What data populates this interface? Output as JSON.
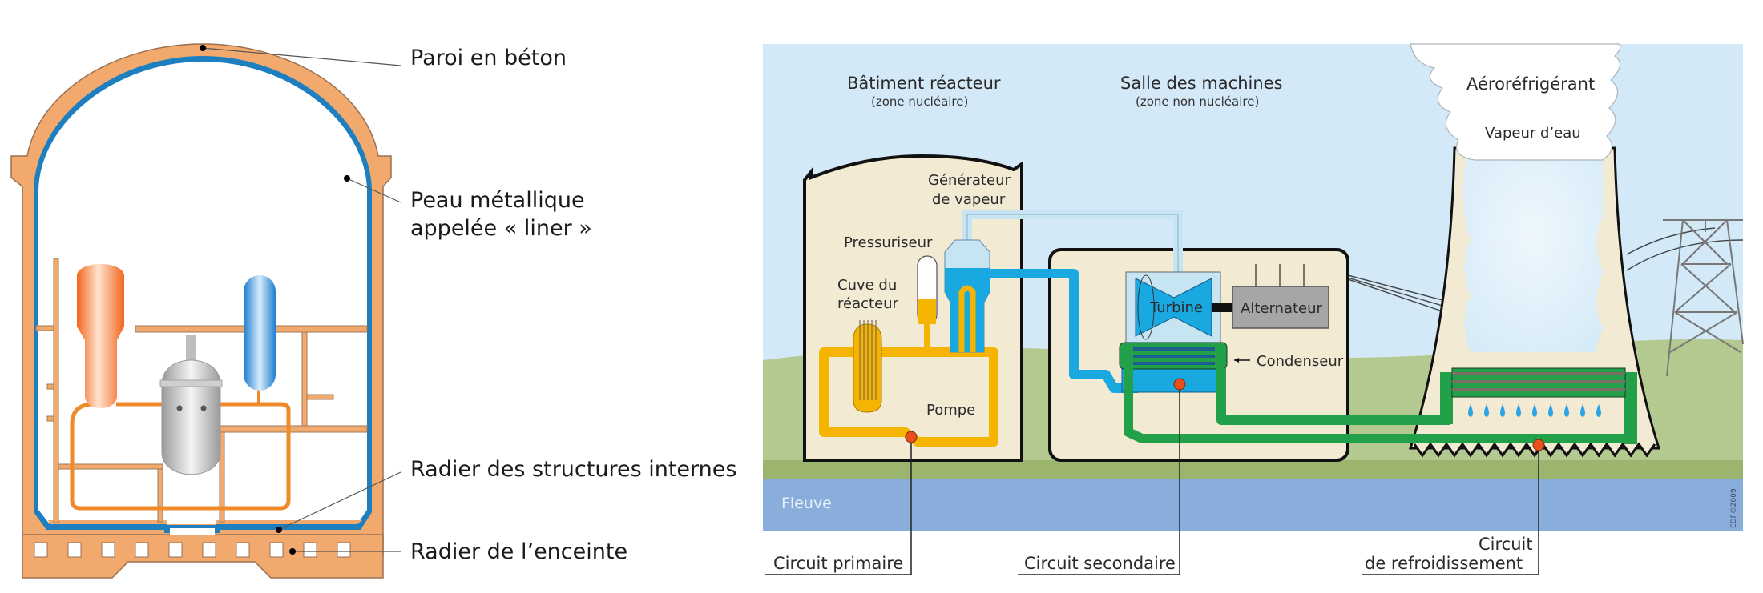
{
  "left_diagram": {
    "title": "Enceinte de confinement",
    "labels": {
      "concrete_wall": "Paroi en béton",
      "metal_skin_line1": "Peau métallique",
      "metal_skin_line2": "appelée « liner »",
      "internal_raft": "Radier des structures internes",
      "enclosure_raft": "Radier de l’enceinte"
    },
    "colors": {
      "concrete": "#f2a96e",
      "liner": "#1e7fc0",
      "steam_generator": "#f47a2e",
      "pressurizer": "#2b86d6",
      "vessel": "#b8b8b8",
      "piping": "#ef8a2a"
    }
  },
  "right_diagram": {
    "sections": {
      "reactor_building": {
        "title": "Bâtiment réacteur",
        "subtitle": "(zone nucléaire)"
      },
      "turbine_hall": {
        "title": "Salle des machines",
        "subtitle": "(zone non nucléaire)"
      },
      "cooling_tower": {
        "title": "Aéroréfrigérant",
        "steam": "Vapeur d’eau"
      }
    },
    "components": {
      "steam_generator_line1": "Générateur",
      "steam_generator_line2": "de vapeur",
      "pressurizer": "Pressuriseur",
      "vessel_line1": "Cuve du",
      "vessel_line2": "réacteur",
      "pump": "Pompe",
      "turbine": "Turbine",
      "alternator": "Alternateur",
      "condenser": "Condenseur",
      "river": "Fleuve"
    },
    "circuits": {
      "primary": "Circuit primaire",
      "secondary": "Circuit secondaire",
      "cooling_line1": "Circuit",
      "cooling_line2": "de refroidissement"
    },
    "credit": "EDF©2009",
    "colors": {
      "sky": "#d4e9f7",
      "grass": "#b3c98f",
      "grass_dark": "#9bb56f",
      "river": "#8aaedb",
      "building": "#f3ead3",
      "primary_circuit": "#f5b400",
      "secondary_circuit": "#1aa8e0",
      "steam": "#c7e4f3",
      "cooling_circuit": "#22a04a",
      "alternator": "#a6a6a6",
      "marker": "#e8501c"
    }
  }
}
